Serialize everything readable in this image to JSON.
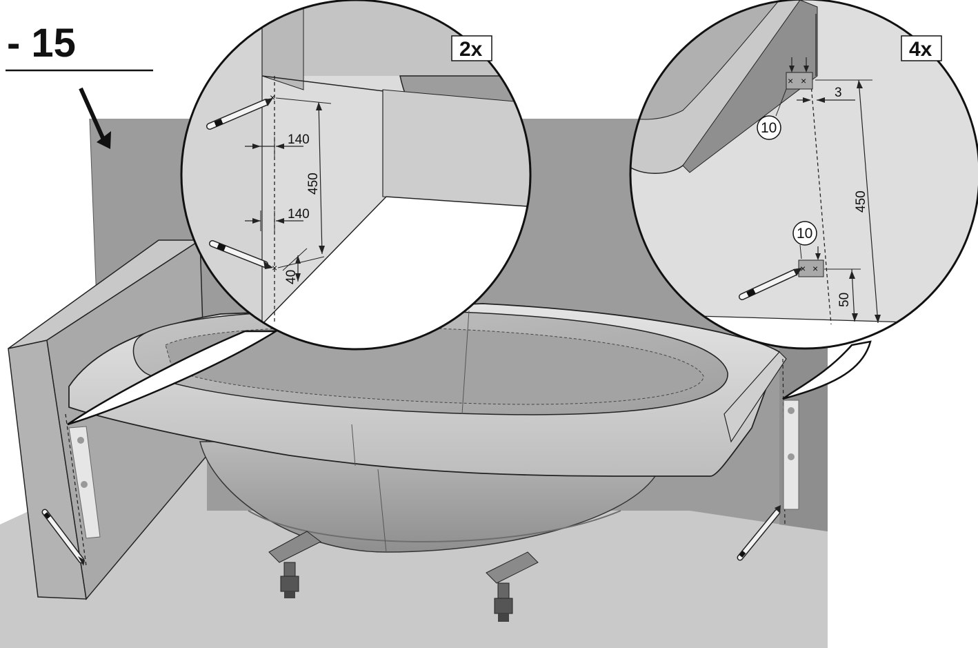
{
  "step": {
    "number": "- 15"
  },
  "detail_left": {
    "multiplier": "2x",
    "dimensions": {
      "upper_offset": "140",
      "lower_offset": "140",
      "vertical_spacing": "450",
      "bottom_height": "40"
    }
  },
  "detail_right": {
    "multiplier": "4x",
    "part_number_top": "10",
    "part_number_bottom": "10",
    "dimensions": {
      "offset": "3",
      "vertical_spacing": "450",
      "bottom_height": "50"
    }
  },
  "colors": {
    "wall": "#9c9c9c",
    "floor": "#c9c9c9",
    "panel_front": "#b3b3b3",
    "tub_body": "#a7a7a7",
    "tub_rim": "#d5d5d5",
    "detail_bg": "#e3e3e3",
    "line": "#1a1a1a"
  },
  "icons": [
    "pencil-icon",
    "spirit-level-icon",
    "adjustable-foot-icon",
    "down-arrow-icon"
  ]
}
